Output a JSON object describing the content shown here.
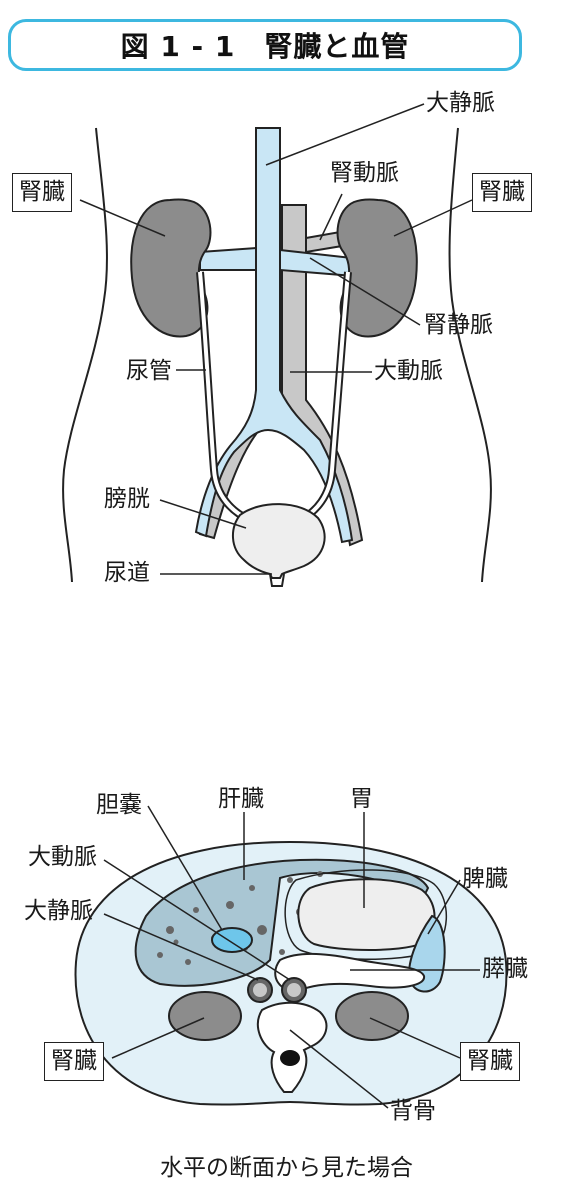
{
  "title": "図 1 - 1　腎臓と血管",
  "front_view": {
    "labels": {
      "vena_cava": "大静脈",
      "kidney_left": "腎臓",
      "renal_artery": "腎動脈",
      "kidney_right": "腎臓",
      "renal_vein": "腎静脈",
      "ureter": "尿管",
      "aorta": "大動脈",
      "bladder": "膀胱",
      "urethra": "尿道"
    }
  },
  "cross_section": {
    "labels": {
      "gallbladder": "胆嚢",
      "liver": "肝臓",
      "stomach": "胃",
      "aorta": "大動脈",
      "spleen": "脾臓",
      "vena_cava": "大静脈",
      "pancreas": "膵臓",
      "kidney_left": "腎臓",
      "kidney_right": "腎臓",
      "spine": "背骨"
    },
    "caption": "水平の断面から見た場合"
  },
  "colors": {
    "title_border": "#3db8e0",
    "vein_blue": "#c9e6f5",
    "organ_gray": "#8c8c8c",
    "artery_gray": "#c8c8c8",
    "liver_fill": "#a9c6d3"
  }
}
